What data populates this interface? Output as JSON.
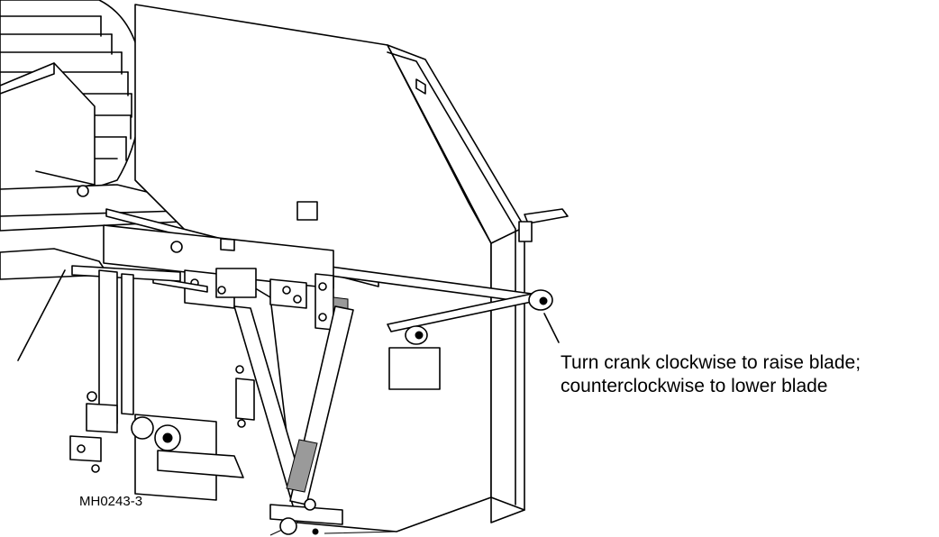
{
  "callout": {
    "line1": "Turn crank clockwise to raise blade;",
    "line2": "counterclockwise to lower blade"
  },
  "figure_id": "MH0243-3"
}
